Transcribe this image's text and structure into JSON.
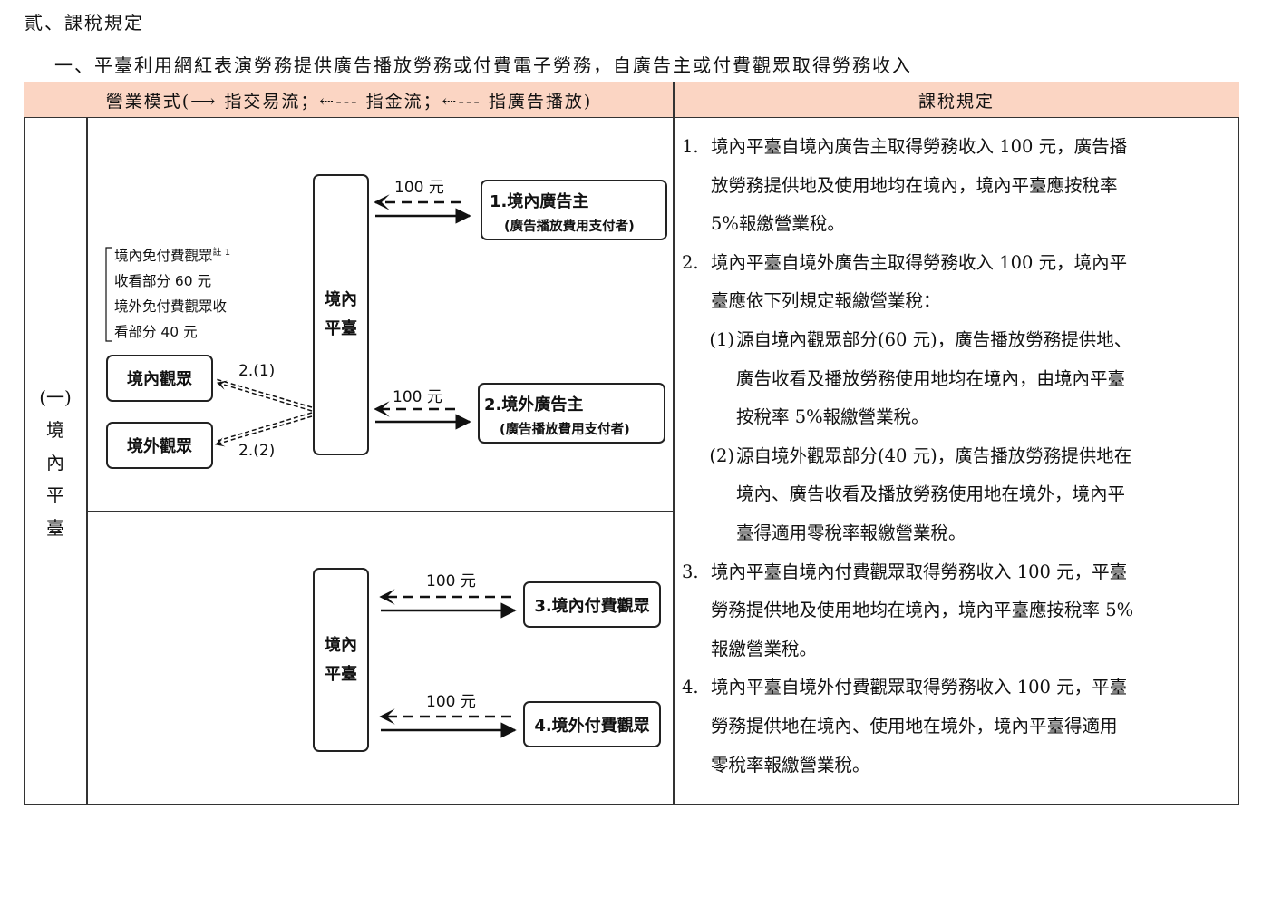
{
  "heading_main": "貳、課稅規定",
  "heading_sub": "一、平臺利用網紅表演勞務提供廣告播放勞務或付費電子勞務，自廣告主或付費觀眾取得勞務收入",
  "table": {
    "header_left": "營業模式(⟶ 指交易流；⇠--- 指金流；⇠--- 指廣告播放)",
    "header_right": "課稅規定",
    "row_label": [
      "(一)",
      "境",
      "內",
      "平",
      "臺"
    ]
  },
  "diagram_top": {
    "platform_lines": [
      "境內",
      "平臺"
    ],
    "advertiser1_main": "1.境內廣告主",
    "advertiser1_sub": "(廣告播放費用支付者)",
    "advertiser2_main": "2.境外廣告主",
    "advertiser2_sub": "(廣告播放費用支付者)",
    "amount1": "100 元",
    "amount2": "100 元",
    "audience_domestic": "境內觀眾",
    "audience_foreign": "境外觀眾",
    "flow_label_1": "2.(1)",
    "flow_label_2": "2.(2)",
    "note_lines": [
      "境內免付費觀眾",
      "收看部分 60 元",
      "境外免付費觀眾收",
      "看部分 40 元"
    ],
    "note_sup": "註 1"
  },
  "diagram_bottom": {
    "platform_lines": [
      "境內",
      "平臺"
    ],
    "payer3": "3.境內付費觀眾",
    "payer4": "4.境外付費觀眾",
    "amount3": "100 元",
    "amount4": "100 元"
  },
  "rules": [
    {
      "num": "1.",
      "lines": [
        "境內平臺自境內廣告主取得勞務收入 100 元，廣告播",
        "放勞務提供地及使用地均在境內，境內平臺應按稅率",
        "5%報繳營業稅。"
      ]
    },
    {
      "num": "2.",
      "lines": [
        "境內平臺自境外廣告主取得勞務收入 100 元，境內平",
        "臺應依下列規定報繳營業稅："
      ]
    },
    {
      "num": "(1)",
      "lines": [
        "源自境內觀眾部分(60 元)，廣告播放勞務提供地、",
        "廣告收看及播放勞務使用地均在境內，由境內平臺",
        "按稅率 5%報繳營業稅。"
      ]
    },
    {
      "num": "(2)",
      "lines": [
        "源自境外觀眾部分(40 元)，廣告播放勞務提供地在",
        "境內、廣告收看及播放勞務使用地在境外，境內平",
        "臺得適用零稅率報繳營業稅。"
      ]
    },
    {
      "num": "3.",
      "lines": [
        "境內平臺自境內付費觀眾取得勞務收入 100 元，平臺",
        "勞務提供地及使用地均在境內，境內平臺應按稅率 5%",
        "報繳營業稅。"
      ]
    },
    {
      "num": "4.",
      "lines": [
        "境內平臺自境外付費觀眾取得勞務收入 100 元，平臺",
        "勞務提供地在境內、使用地在境外，境內平臺得適用",
        "零稅率報繳營業稅。"
      ]
    }
  ]
}
